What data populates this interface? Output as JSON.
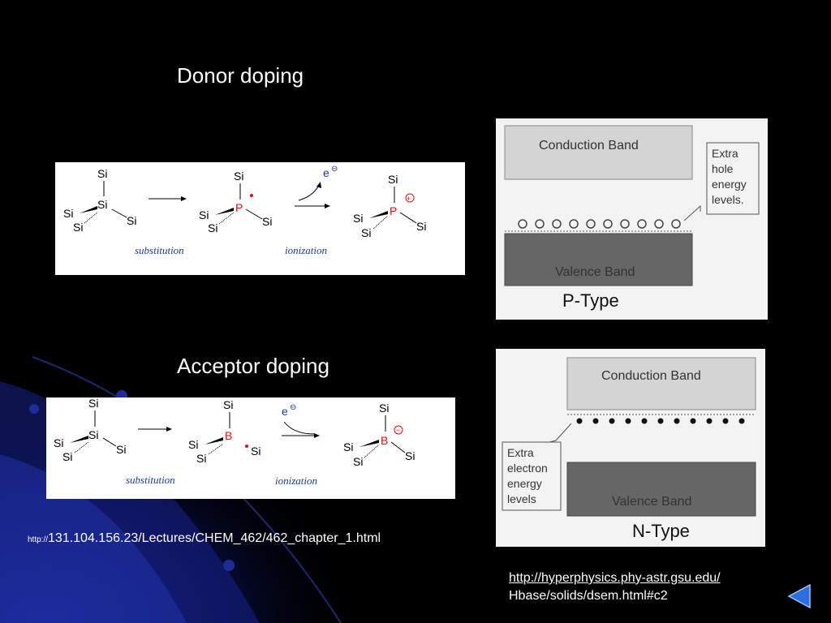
{
  "slide": {
    "donor_title": "Donor doping",
    "acceptor_title": "Acceptor doping",
    "source_prefix": "http://",
    "source_path": "131.104.156.23/Lectures/CHEM_462/462_chapter_1.html",
    "ref_url": "http://hyperphysics.phy-astr.gsu.edu/",
    "ref_path": "Hbase/solids/dsem.html#c2"
  },
  "donor_scheme": {
    "atom": "Si",
    "dopant": "P",
    "electron": "e",
    "step1": "substitution",
    "step2": "ionization",
    "charge": "+"
  },
  "acceptor_scheme": {
    "atom": "Si",
    "dopant": "B",
    "electron": "e",
    "step1": "substitution",
    "step2": "ionization",
    "charge": "−"
  },
  "ptype": {
    "conduction": "Conduction Band",
    "valence": "Valence Band",
    "callout": [
      "Extra",
      "hole",
      "energy",
      "levels."
    ],
    "type": "P-Type"
  },
  "ntype": {
    "conduction": "Conduction Band",
    "valence": "Valence Band",
    "callout": [
      "Extra",
      "electron",
      "energy",
      "levels"
    ],
    "type": "N-Type"
  },
  "colors": {
    "background": "#000000",
    "accent_blue": "#1a3c9a",
    "dopant_red": "#e01010",
    "nav_arrow": "#2a6fe0"
  },
  "icons": {
    "nav": "previous-arrow-icon"
  }
}
